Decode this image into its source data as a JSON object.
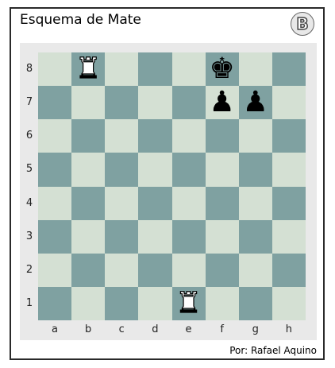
{
  "title": "Esquema de Mate",
  "logo_letter": "B",
  "credit": "Por: Rafael Aquino",
  "ranks": [
    "8",
    "7",
    "6",
    "5",
    "4",
    "3",
    "2",
    "1"
  ],
  "files": [
    "a",
    "b",
    "c",
    "d",
    "e",
    "f",
    "g",
    "h"
  ],
  "colors": {
    "light_square": "#d4e0d3",
    "dark_square": "#7fa1a1"
  },
  "pieces": [
    {
      "square": "b8",
      "color": "white",
      "type": "rook",
      "glyph": "♜"
    },
    {
      "square": "f8",
      "color": "black",
      "type": "king",
      "glyph": "♚"
    },
    {
      "square": "f7",
      "color": "black",
      "type": "pawn",
      "glyph": "♟"
    },
    {
      "square": "g7",
      "color": "black",
      "type": "pawn",
      "glyph": "♟"
    },
    {
      "square": "e1",
      "color": "white",
      "type": "rook",
      "glyph": "♜"
    }
  ]
}
